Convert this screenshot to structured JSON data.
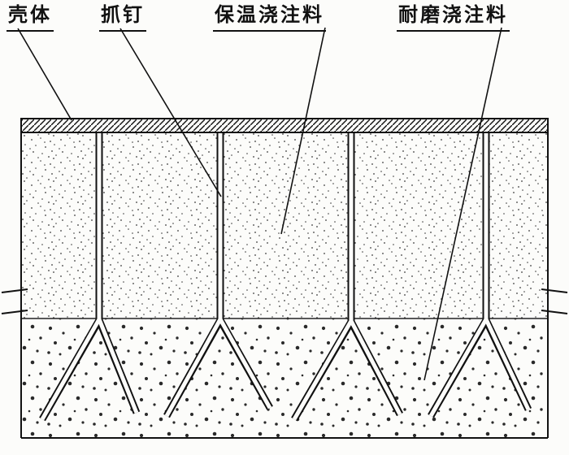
{
  "figure": {
    "type": "technical-section-diagram",
    "labels": {
      "shell": "壳体",
      "anchor_stud": "抓钉",
      "insulating_castable": "保温浇注料",
      "wear_castable": "耐磨浇注料"
    },
    "parts": {
      "anchor_count": 4,
      "layers_top_to_bottom": [
        "shell",
        "insulating_castable",
        "wear_castable"
      ]
    },
    "colors": {
      "ink": "#111111",
      "paper": "#fcfcfa",
      "stipple_fine": "#3a3a3a",
      "stipple_coarse": "#2a2a2a"
    }
  }
}
